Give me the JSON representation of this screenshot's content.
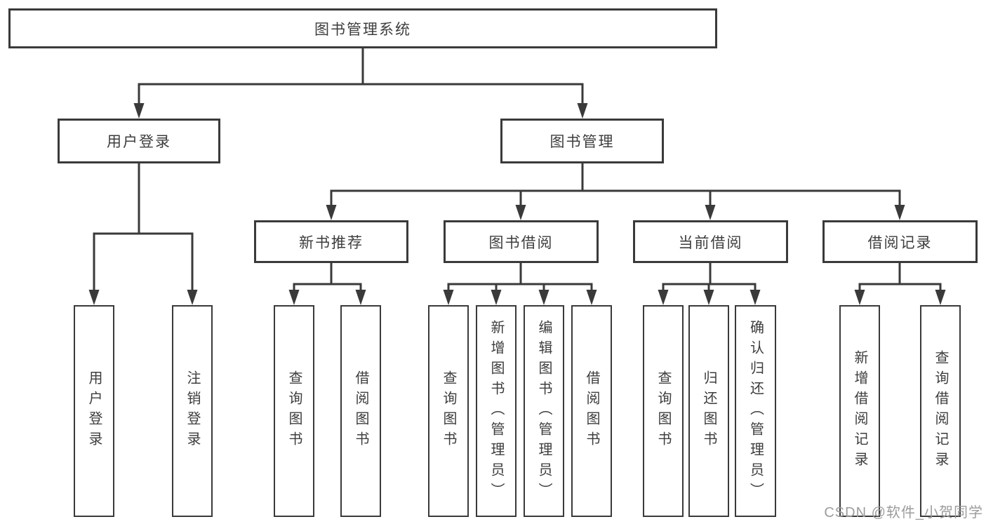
{
  "diagram": {
    "root": {
      "label": "图书管理系统"
    },
    "level2": [
      {
        "label": "用户登录"
      },
      {
        "label": "图书管理"
      }
    ],
    "level3": [
      {
        "label": "新书推荐"
      },
      {
        "label": "图书借阅"
      },
      {
        "label": "当前借阅"
      },
      {
        "label": "借阅记录"
      }
    ],
    "leaves": {
      "user_login": [
        "用户登录",
        "注销登录"
      ],
      "new_book_recommend": [
        "查询图书",
        "借阅图书"
      ],
      "book_borrow": [
        "查询图书",
        "新增图书（管理员）",
        "编辑图书（管理员）",
        "借阅图书"
      ],
      "current_borrow": [
        "查询图书",
        "归还图书",
        "确认归还（管理员）"
      ],
      "borrow_records": [
        "新增借阅记录",
        "查询借阅记录"
      ]
    }
  },
  "watermark": "CSDN @软件_小贺同学",
  "colors": {
    "line": "#3a3a3a",
    "box_border": "#3a3a3a",
    "text": "#3d3d3d",
    "background": "#ffffff",
    "watermark": "#9c9c9c"
  }
}
